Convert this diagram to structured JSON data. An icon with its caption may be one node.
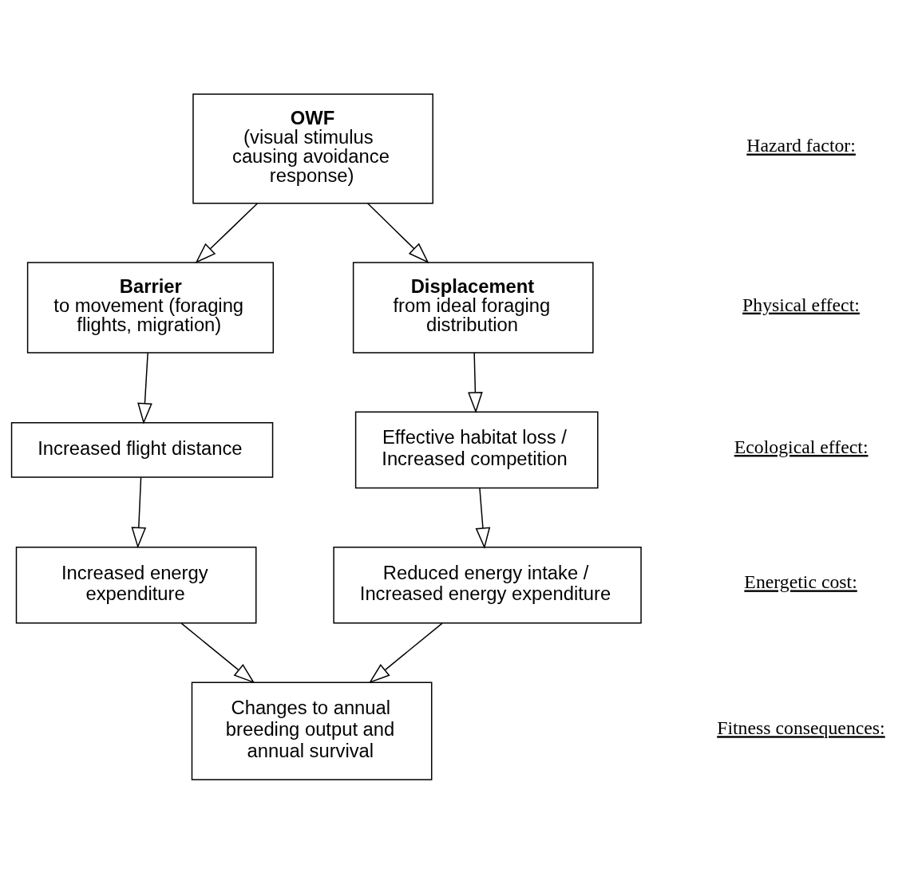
{
  "diagram": {
    "nodes": [
      {
        "text": [
          "OWF",
          "(visual stimulus  causing avoidance response)"
        ]
      },
      {
        "text": [
          "Barrier",
          "to movement (foraging flights, migration)"
        ]
      },
      {
        "text": [
          "Displacement",
          "from ideal foraging distribution"
        ]
      },
      {
        "text": [
          "Increased flight distance"
        ]
      },
      {
        "text": [
          "Effective habitat loss / Increased competition"
        ]
      },
      {
        "text": [
          "Increased energy expenditure"
        ]
      },
      {
        "text": [
          "Reduced energy intake / Increased energy expenditure"
        ]
      },
      {
        "text": [
          "Changes to annual breeding output and annual survival"
        ]
      }
    ],
    "edges": [
      {
        "from": 0,
        "to": 1,
        "arrow": "to"
      },
      {
        "from": 0,
        "to": 2,
        "arrow": "to"
      },
      {
        "from": 1,
        "to": 3,
        "arrow": "to"
      },
      {
        "from": 2,
        "to": 4,
        "arrow": "to"
      },
      {
        "from": 3,
        "to": 5,
        "arrow": "to"
      },
      {
        "from": 4,
        "to": 6,
        "arrow": "to"
      },
      {
        "from": 5,
        "to": 7,
        "arrow": "to"
      },
      {
        "from": 6,
        "to": 7,
        "arrow": "to"
      }
    ],
    "labels": [
      "Hazard factor:",
      "Physical effect:",
      "Ecological effect:",
      "Energetic cost:",
      "Fitness consequences:"
    ]
  }
}
